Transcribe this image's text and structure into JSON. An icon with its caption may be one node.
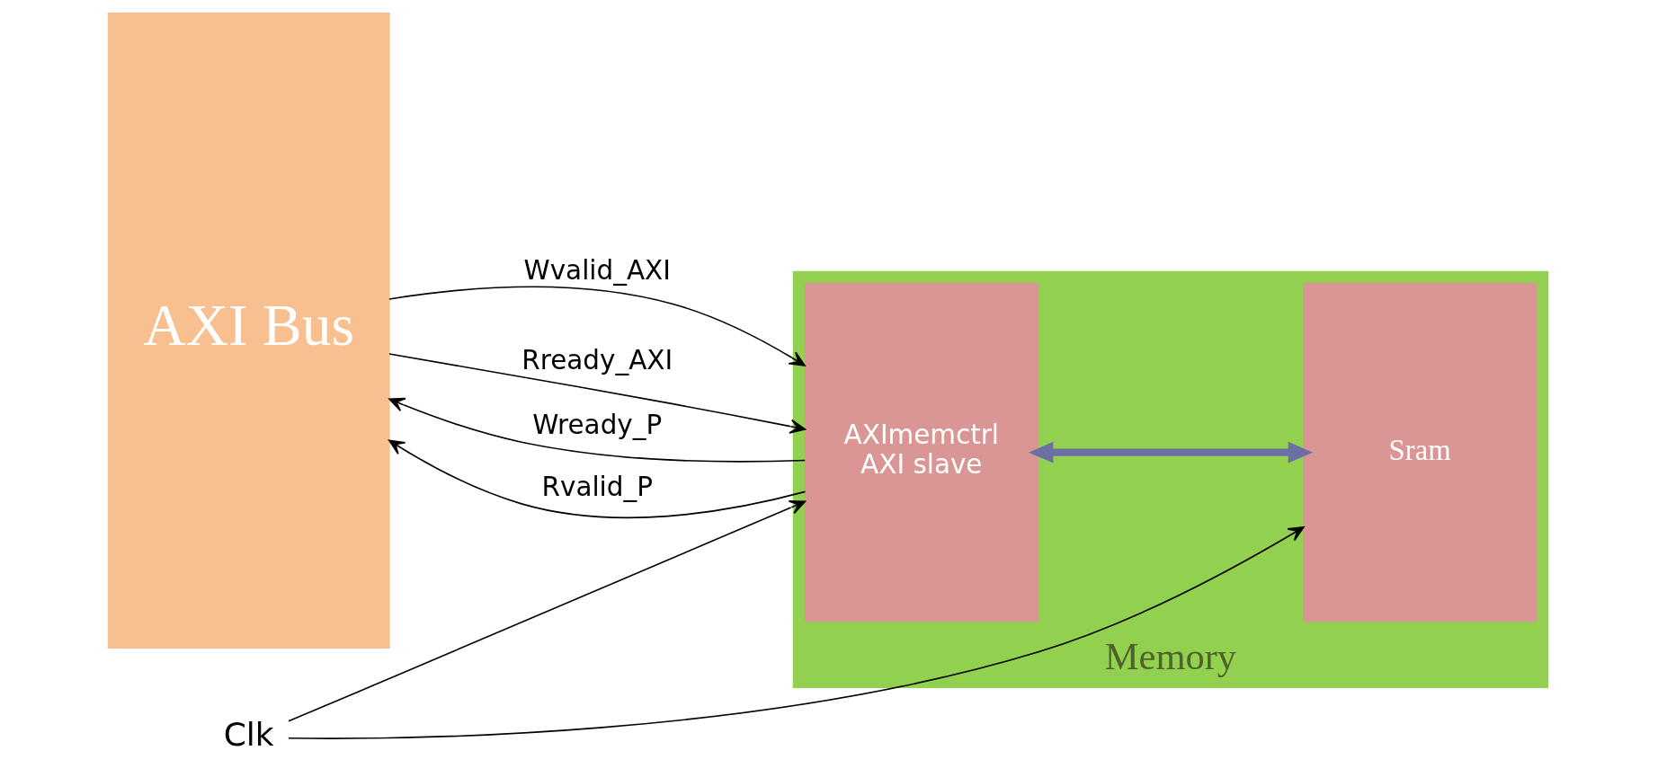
{
  "diagram": {
    "nodes": [
      {
        "text": [
          "AXI Bus"
        ]
      },
      {
        "text": [
          "Memory"
        ]
      },
      {
        "text": [
          "AXImemctrl",
          "AXI slave"
        ],
        "in": 1
      },
      {
        "text": [
          "Sram"
        ],
        "in": 1
      },
      {
        "text": [
          "Clk"
        ]
      }
    ],
    "edges": [
      {
        "from": 0,
        "to": 2,
        "arrow": "to",
        "label": "Wvalid_AXI"
      },
      {
        "from": 2,
        "to": 0,
        "arrow": "to",
        "label": "Wready_P"
      },
      {
        "from": 2,
        "to": 0,
        "arrow": "to",
        "label": "Rvalid_P"
      },
      {
        "from": 0,
        "to": 2,
        "arrow": "to",
        "label": "Rready_AXI"
      },
      {
        "from": 2,
        "to": 3,
        "arrow": "both",
        "style": "thick",
        "color": "#6b6fa3"
      },
      {
        "from": 4,
        "to": 2,
        "arrow": "to"
      },
      {
        "from": 4,
        "to": 3,
        "arrow": "to"
      }
    ]
  }
}
